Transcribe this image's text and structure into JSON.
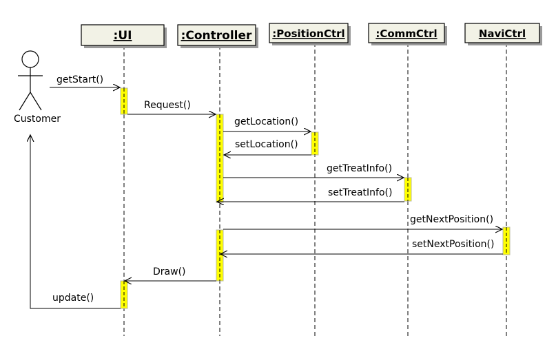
{
  "actor": {
    "name": "Customer"
  },
  "objects": {
    "ui": ":UI",
    "controller": ":Controller",
    "position_ctrl": ":PositionCtrl",
    "comm_ctrl": ":CommCtrl",
    "navi_ctrl": "NaviCtrl"
  },
  "messages": {
    "get_start": "getStart()",
    "request": "Request()",
    "get_location": "getLocation()",
    "set_location": "setLocation()",
    "get_treat_info": "getTreatInfo()",
    "set_treat_info": "setTreatInfo()",
    "get_next_position": "getNextPosition()",
    "set_next_position": "setNextPosition()",
    "draw": "Draw()",
    "update": "update()"
  },
  "colors": {
    "activation": "#ffff00",
    "object_fill": "#f2f2e6",
    "line": "#000000"
  }
}
